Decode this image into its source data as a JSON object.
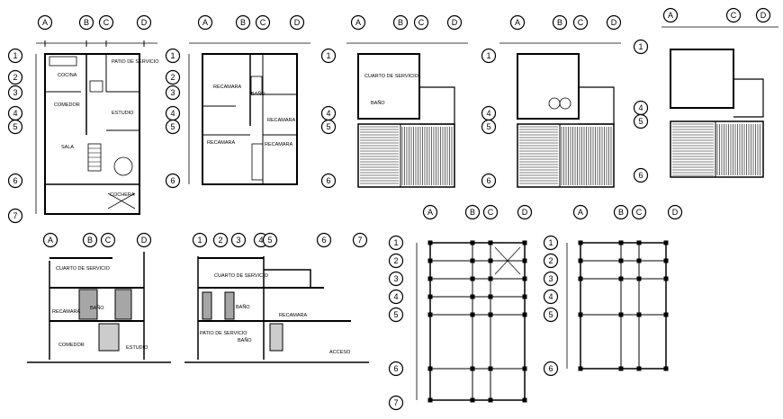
{
  "sheet": {
    "axes_letters_a": [
      "A",
      "B",
      "C",
      "D"
    ],
    "axes_letters_b": [
      "A",
      "C",
      "D"
    ],
    "axes_numbers_a": [
      "1",
      "2",
      "3",
      "4",
      "5",
      "6",
      "7"
    ],
    "axes_numbers_short": [
      "1",
      "2",
      "3",
      "4",
      "5",
      "6"
    ]
  },
  "plans": {
    "ground": {
      "patio": "PATIO DE SERVICIO",
      "cocina": "COCINA",
      "comedor": "COMEDOR",
      "estudio": "ESTUDIO",
      "sala": "SALA",
      "cochera": "COCHERA"
    },
    "upper": {
      "recamara_top": "RECAMARA",
      "bano": "BAÑO",
      "recamara_right": "RECAMARA",
      "recamara_left": "RECAMARA",
      "recamara_bottom": "RECAMARA"
    },
    "roof1": {
      "cuarto": "CUARTO DE SERVICIO",
      "bano": "BAÑO"
    }
  },
  "sections": {
    "left": {
      "cuarto": "CUARTO DE SERVICIO",
      "recamara": "RECAMARA",
      "bano": "BAÑO",
      "comedor": "COMEDOR",
      "estudio": "ESTUDIO"
    },
    "right": {
      "cuarto": "CUARTO DE SERVICIO",
      "bano_upper": "BAÑO",
      "recamara": "RECAMARA",
      "patio": "PATIO DE SERVICIO",
      "bano_lower": "BAÑO",
      "acceso": "ACCESO"
    }
  }
}
